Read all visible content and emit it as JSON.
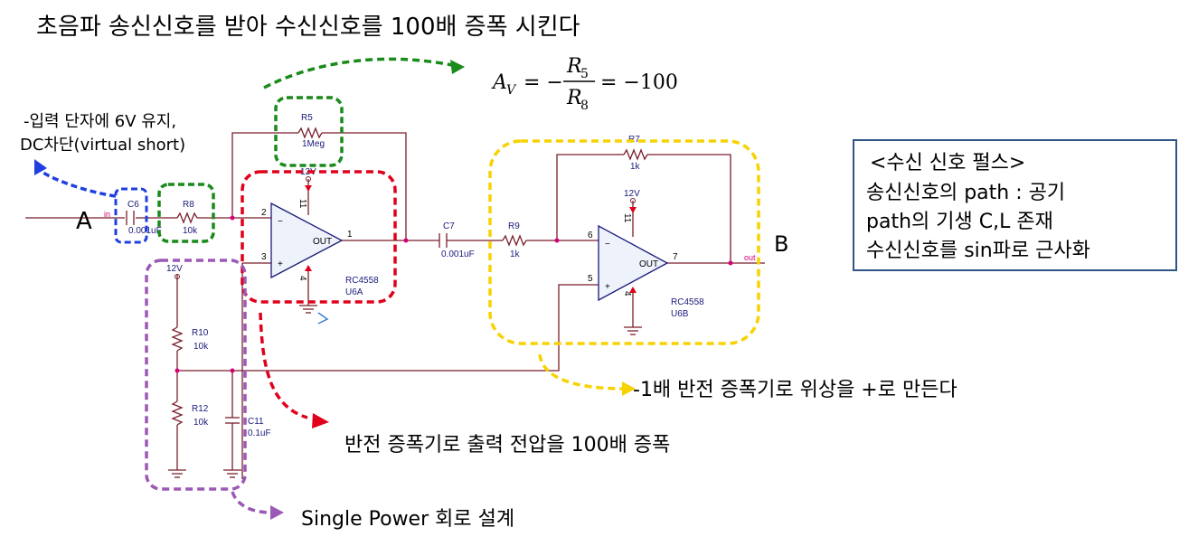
{
  "title": "초음파 송신신호를 받아 수신신호를 100배 증폭 시킨다",
  "formula": {
    "lhs": "A",
    "lhs_sub": "V",
    "eq": "= −",
    "num": "R",
    "num_sub": "5",
    "den": "R",
    "den_sub": "8",
    "rhs": "= −100"
  },
  "annotations": {
    "input_note_line1": "-입력 단자에 6V 유지,",
    "input_note_line2": "DC차단(virtual short)",
    "invert_amp_note": "반전 증폭기로 출력 전압을 100배 증폭",
    "phase_note": "-1배 반전 증폭기로 위상을 +로 만든다",
    "single_power_note": "Single Power 회로 설계"
  },
  "node_labels": {
    "a": "A",
    "b": "B",
    "in": "in",
    "out": "out"
  },
  "info_box": {
    "line1": "<수신 신호 펄스>",
    "line2": "송신신호의 path : 공기",
    "line3": "path의 기생 C,L 존재",
    "line4": "수신신호를 sin파로 근사화"
  },
  "components": {
    "c6": {
      "ref": "C6",
      "value": "0.001uF"
    },
    "r8": {
      "ref": "R8",
      "value": "10k"
    },
    "r5": {
      "ref": "R5",
      "value": "1Meg"
    },
    "c7": {
      "ref": "C7",
      "value": "0.001uF"
    },
    "r9": {
      "ref": "R9",
      "value": "1k"
    },
    "r7": {
      "ref": "R7",
      "value": "1k"
    },
    "r10": {
      "ref": "R10",
      "value": "10k"
    },
    "r12": {
      "ref": "R12",
      "value": "10k"
    },
    "c11": {
      "ref": "C11",
      "value": "0.1uF"
    },
    "u6a": {
      "part": "RC4558",
      "ref": "U6A",
      "out": "OUT",
      "pin_inv": "2",
      "pin_non": "3",
      "pin_out": "1",
      "pin_vp": "11",
      "pin_vn": "4"
    },
    "u6b": {
      "part": "RC4558",
      "ref": "U6B",
      "out": "OUT",
      "pin_inv": "6",
      "pin_non": "5",
      "pin_out": "7",
      "pin_vp": "11",
      "pin_vn": "4"
    }
  },
  "supply": {
    "u6a": "12V",
    "u6b": "12V",
    "divider": "12V"
  },
  "colors": {
    "green": "#1a8a1a",
    "red": "#e0001b",
    "blue": "#1f3fe0",
    "yellow": "#f7d200",
    "purple": "#9b59b6",
    "wire": "#7a1f2b",
    "box_border": "#2e5586"
  }
}
